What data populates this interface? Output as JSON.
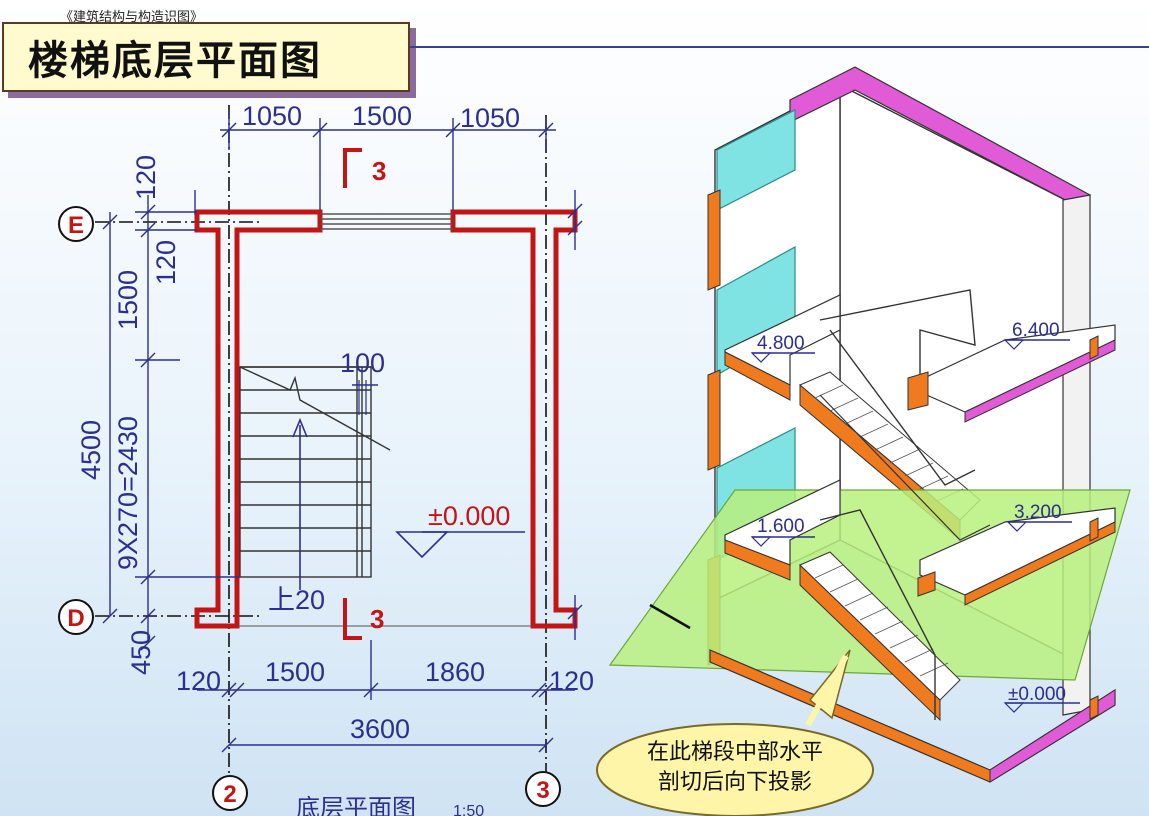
{
  "header": {
    "top_caption": "《建筑结构与构造识图》",
    "title": "楼梯底层平面图"
  },
  "plan": {
    "top_dims": [
      "1050",
      "1500",
      "1050"
    ],
    "left_dims": [
      "120",
      "120",
      "1500",
      "9X270=2430",
      "4500",
      "450"
    ],
    "bottom_dims": [
      "120",
      "1500",
      "1860",
      "120"
    ],
    "overall_width": "3600",
    "axes": [
      "E",
      "D",
      "2",
      "3"
    ],
    "section_mark": "3",
    "tread_width": "100",
    "floor_level": "±0.000",
    "up_label": "上20",
    "drawing_caption": "底层平面图",
    "scale": "1:50"
  },
  "model": {
    "levels": [
      "4.800",
      "6.400",
      "1.600",
      "3.200",
      "±0.000"
    ],
    "callout": [
      "在此梯段中部水平",
      "剖切后向下投影"
    ]
  },
  "colors": {
    "wall_section": "#c41515",
    "dimension": "#2c2f8f",
    "slab_orange": "#f07a1e",
    "slab_magenta": "#e15ad6",
    "glass": "#7fe3e3",
    "cut_plane": "#b9f07e",
    "callout_fill": "#fff5a8",
    "section_mark": "#c41515"
  }
}
